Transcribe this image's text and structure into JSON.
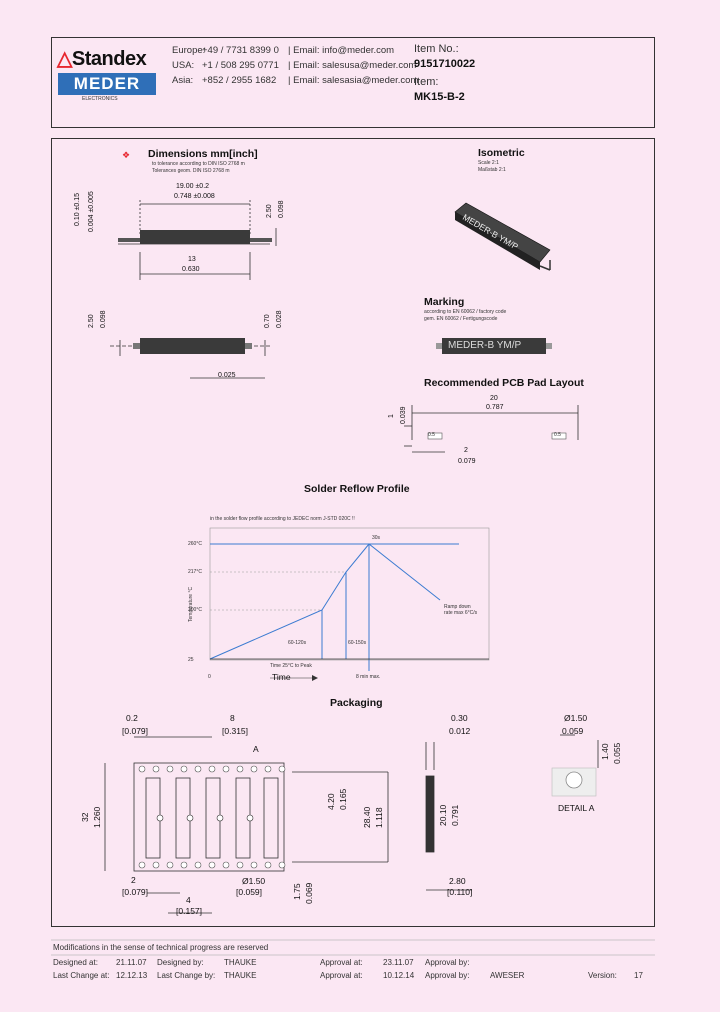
{
  "logo": {
    "line1": "Standex",
    "line2": "MEDER",
    "line3": "ELECTRONICS"
  },
  "contacts": [
    {
      "region": "Europe:",
      "phone": "+49 / 7731 8399 0",
      "email": "Email: info@meder.com"
    },
    {
      "region": "USA:",
      "phone": "+1 / 508 295 0771",
      "email": "Email: salesusa@meder.com"
    },
    {
      "region": "Asia:",
      "phone": "+852 / 2955 1682",
      "email": "Email: salesasia@meder.com"
    }
  ],
  "item": {
    "no_label": "Item No.:",
    "no_value": "9151710022",
    "item_label": "Item:",
    "item_value": "MK15-B-2"
  },
  "dimensions": {
    "title": "Dimensions mm[inch]",
    "note1": "to tolerance according to DIN ISO 2768 m",
    "note2": "Tolerances geom. DIN ISO 2768 m",
    "len_a": "19.00 ±0.2",
    "len_a_in": "0.748 ±0.008",
    "h_a": "0.10 ±0.15",
    "h_a_in": "0.004 ±0.005",
    "h_b": "2.50",
    "h_b_in": "0.098",
    "pitch": "13",
    "pitch_in": "0.630",
    "w_a": "2.50",
    "w_a_in": "0.098",
    "w_b": "0.70",
    "w_b_in": "0.028",
    "lead": "0.025"
  },
  "isometric": {
    "title": "Isometric",
    "sub1": "Scale 2:1",
    "sub2": "Maßstab 2:1",
    "label": "MEDER-B  YM/P"
  },
  "marking": {
    "title": "Marking",
    "sub1": "according to EN 60062 / factory code",
    "sub2": "gem. EN 60062 / Fertigungscode",
    "label": "MEDER-B  YM/P"
  },
  "pcb": {
    "title": "Recommended PCB Pad Layout",
    "span": "20",
    "span_in": "0.787",
    "gap": "2",
    "gap_in": "0.079",
    "pad_h": "1",
    "pad_h_in": "0.039",
    "pad_w": "0.5"
  },
  "solder": {
    "title": "Solder Reflow Profile",
    "note": "in the solder flow profile according to JEDEC norm J-STD 020C !!",
    "y_label": "Temperature °C",
    "y_ticks": [
      "260°C",
      "217°C",
      "200°C",
      "25"
    ],
    "x_start": "0",
    "x_label": "Time",
    "x_end": "8 min max.",
    "peak": "30s",
    "ramp": "Ramp down rate max 6°C/s",
    "preheat": "60-120s",
    "above": "60-150s",
    "t_label": "Time 25°C to Peak"
  },
  "packaging": {
    "title": "Packaging",
    "d1": "0.2",
    "d1_in": "0.079",
    "d2": "8",
    "d2_in": "0.315",
    "d3": "0.30",
    "d3_in": "0.012",
    "d4": "Ø1.50",
    "d4_in": "0.059",
    "d5": "1.40",
    "d5_in": "0.055",
    "mark_a": "A",
    "h_total": "32",
    "h_total_in": "1.260",
    "h_in": "28.40",
    "h_in_in": "1.118",
    "pocket": "4.20",
    "pocket_in": "0.165",
    "reel": "20.10",
    "reel_in": "0.791",
    "b1": "2",
    "b1_in": "0.079",
    "b2": "Ø1.50",
    "b2_in": "0.059",
    "b3": "4",
    "b3_in": "0.157",
    "b4": "1.75",
    "b4_in": "0.069",
    "b5": "2.80",
    "b5_in": "0.110",
    "detail": "DETAIL A"
  },
  "footer": {
    "note": "Modifications in the sense of technical progress are reserved",
    "row1": {
      "l1": "Designed at:",
      "v1": "21.11.07",
      "l2": "Designed by:",
      "v2": "THAUKE",
      "l3": "Approval at:",
      "v3": "23.11.07",
      "l4": "Approval by:",
      "v4": ""
    },
    "row2": {
      "l1": "Last Change at:",
      "v1": "12.12.13",
      "l2": "Last Change by:",
      "v2": "THAUKE",
      "l3": "Approval at:",
      "v3": "10.12.14",
      "l4": "Approval by:",
      "v4": "AWESER",
      "l5": "Version:",
      "v5": "17"
    }
  },
  "colors": {
    "accent_blue": "#2f6fb8",
    "red_logo": "#e7262e",
    "profile_line": "#3b7bd1"
  }
}
